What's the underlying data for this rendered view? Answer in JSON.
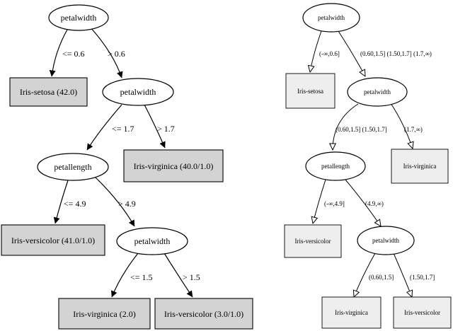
{
  "left_tree": {
    "nodes": {
      "root": "petalwidth",
      "n2": "petalwidth",
      "n3": "petallength",
      "n4": "petalwidth"
    },
    "leaves": {
      "l1": "Iris-setosa (42.0)",
      "l2": "Iris-virginica (40.0/1.0)",
      "l3": "Iris-versicolor (41.0/1.0)",
      "l4": "Iris-virginica (2.0)",
      "l5": "Iris-versicolor (3.0/1.0)"
    },
    "edges": {
      "e1": "<= 0.6",
      "e2": "> 0.6",
      "e3": "<= 1.7",
      "e4": "> 1.7",
      "e5": "<= 4.9",
      "e6": "> 4.9",
      "e7": "<= 1.5",
      "e8": "> 1.5"
    }
  },
  "right_tree": {
    "nodes": {
      "root": "petalwidth",
      "n2": "petalwidth",
      "n3": "petallength",
      "n4": "petalwidth"
    },
    "leaves": {
      "l1": "Iris-setosa",
      "l2": "Iris-virginica",
      "l3": "Iris-versicolor",
      "l4": "Iris-virginica",
      "l5": "Iris-versicolor"
    },
    "edges": {
      "e1": "(-∞,0.6]",
      "e2": "(0.60,1.5] (1.50,1.7] (1.7,∞)",
      "e3": "(0.60,1.5] (1.50,1.7]",
      "e4": "(1.7,∞)",
      "e5": "(-∞,4.9]",
      "e6": "(4.9,∞)",
      "e7": "(0.60,1.5]",
      "e8": "(1.50,1.7]"
    }
  }
}
